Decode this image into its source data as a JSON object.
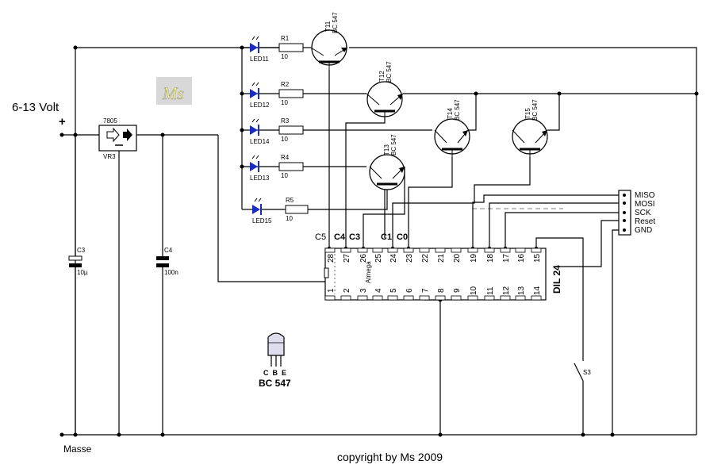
{
  "power": {
    "supply_label": "6-13 Volt",
    "plus_sign": "+",
    "ground_label": "Masse"
  },
  "regulator": {
    "type": "7805",
    "ref": "VR3"
  },
  "capacitors": [
    {
      "ref": "C3",
      "value": "10µ"
    },
    {
      "ref": "C4",
      "value": "100n"
    }
  ],
  "leds": [
    "LED11",
    "LED12",
    "LED14",
    "LED13",
    "LED15"
  ],
  "resistors": [
    {
      "ref": "R1",
      "value": "10"
    },
    {
      "ref": "R2",
      "value": "10"
    },
    {
      "ref": "R3",
      "value": "10"
    },
    {
      "ref": "R4",
      "value": "10"
    },
    {
      "ref": "R5",
      "value": "10"
    }
  ],
  "transistors": [
    {
      "ref": "T11",
      "type": "BC 547"
    },
    {
      "ref": "T12",
      "type": "BC 547"
    },
    {
      "ref": "T13",
      "type": "BC 547"
    },
    {
      "ref": "T14",
      "type": "BC 547"
    },
    {
      "ref": "T15",
      "type": "BC 547"
    }
  ],
  "ic": {
    "package": "DIL 24",
    "chip": "Atmega",
    "top_pins": [
      "28",
      "27",
      "26",
      "25",
      "24",
      "23",
      "22",
      "21",
      "20",
      "19",
      "18",
      "17",
      "16",
      "15"
    ],
    "bottom_pins": [
      "1",
      "2",
      "3",
      "4",
      "5",
      "6",
      "7",
      "8",
      "9",
      "10",
      "11",
      "12",
      "13",
      "14"
    ],
    "column_labels": [
      "C5",
      "C4",
      "C3",
      "C1",
      "C0"
    ]
  },
  "isp_connector": {
    "pins": [
      "MISO",
      "MOSI",
      "SCK",
      "Reset",
      "GND"
    ]
  },
  "switch": {
    "ref": "S3"
  },
  "pinout": {
    "pins": "C  B  E",
    "type": "BC 547"
  },
  "logo_text": "Ms",
  "copyright": "copyright by Ms 2009"
}
